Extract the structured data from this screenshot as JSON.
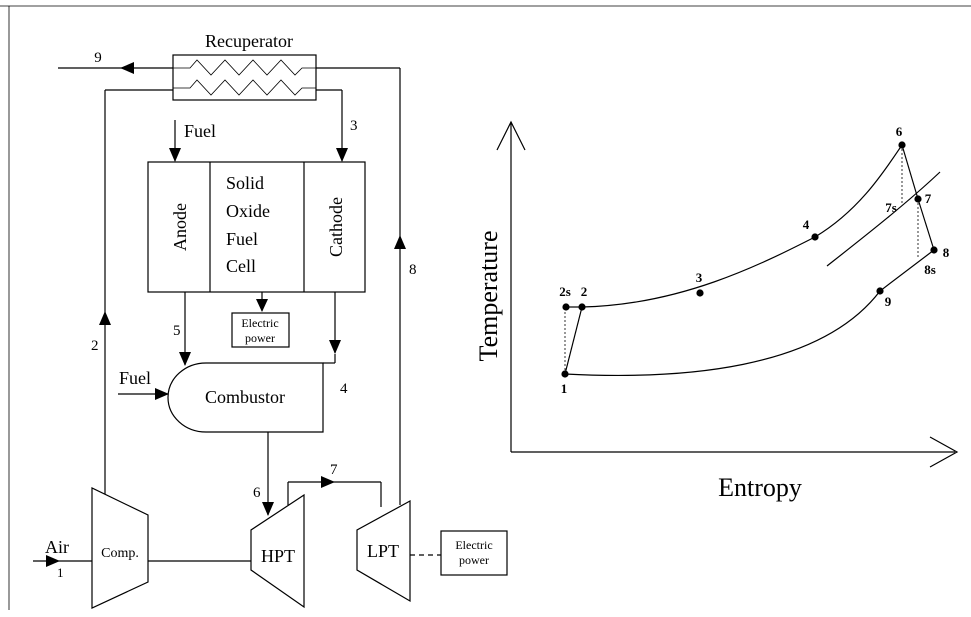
{
  "schematic": {
    "recuperator": "Recuperator",
    "fuel_top": "Fuel",
    "fuel_left": "Fuel",
    "anode": "Anode",
    "cathode": "Cathode",
    "sofc_lines": [
      "Solid",
      "Oxide",
      "Fuel",
      "Cell"
    ],
    "electric_power_1": [
      "Electric",
      "power"
    ],
    "electric_power_2": [
      "Electric",
      "power"
    ],
    "combustor": "Combustor",
    "air": "Air",
    "comp": "Comp.",
    "hpt": "HPT",
    "lpt": "LPT",
    "states": {
      "s1": "1",
      "s2": "2",
      "s3": "3",
      "s4": "4",
      "s5": "5",
      "s6": "6",
      "s7": "7",
      "s8": "8",
      "s9": "9"
    }
  },
  "ts_diagram": {
    "ylabel": "Temperature",
    "xlabel": "Entropy",
    "points": [
      "1",
      "2s",
      "2",
      "3",
      "4",
      "6",
      "7s",
      "7",
      "8",
      "8s",
      "9"
    ]
  }
}
